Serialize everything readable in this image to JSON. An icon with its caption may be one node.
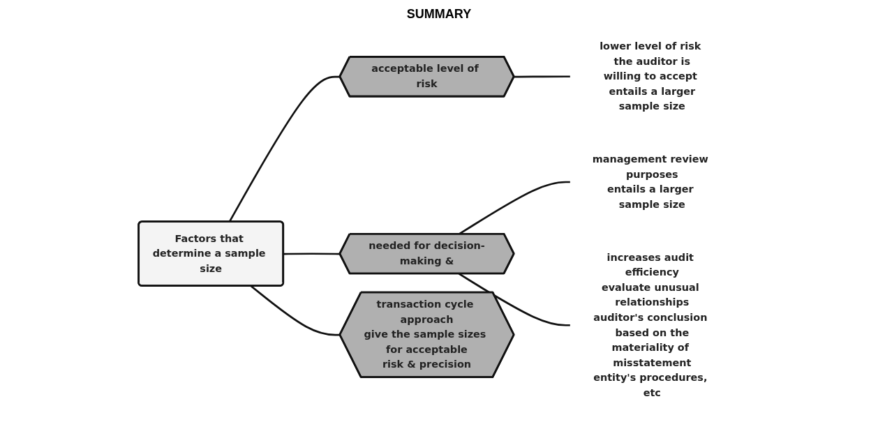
{
  "diagram": {
    "title": "SUMMARY",
    "nodes": [
      {
        "text": [
          "Factors that determine a sample size"
        ]
      },
      {
        "text": [
          "acceptable level of risk"
        ]
      },
      {
        "text": [
          "lower level of risk the auditor is willing to accept entails a larger sample size"
        ]
      },
      {
        "text": [
          "needed for decision-making &"
        ]
      },
      {
        "text": [
          "management review purposes",
          "entails a larger sample size"
        ]
      },
      {
        "text": [
          "increases audit efficiency",
          "evaluate unusual relationships",
          "auditor's conclusion based on the",
          "materiality of misstatement",
          "entity's procedures, etc"
        ]
      },
      {
        "text": [
          "transaction cycle approach",
          "give the sample sizes for acceptable risk & precision"
        ]
      }
    ],
    "edges": [
      {
        "from": 0,
        "to": 1,
        "arrow": "none"
      },
      {
        "from": 1,
        "to": 2,
        "arrow": "none"
      },
      {
        "from": 0,
        "to": 3,
        "arrow": "none"
      },
      {
        "from": 3,
        "to": 4,
        "arrow": "none"
      },
      {
        "from": 3,
        "to": 5,
        "arrow": "none"
      },
      {
        "from": 0,
        "to": 6,
        "arrow": "none"
      }
    ]
  }
}
